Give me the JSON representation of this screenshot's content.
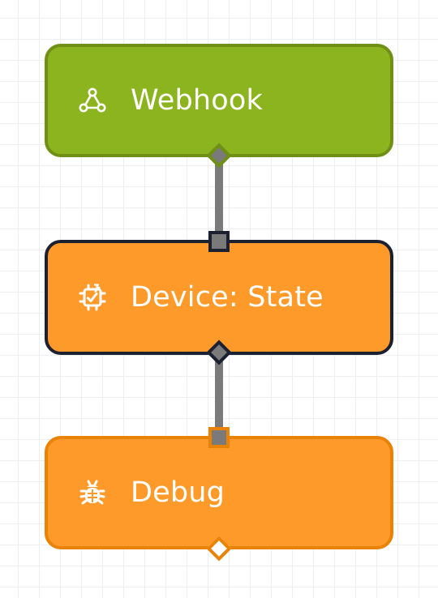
{
  "flow": {
    "nodes": [
      {
        "id": "webhook",
        "label": "Webhook",
        "type": "trigger",
        "icon": "webhook-icon",
        "color": "#8cb41e"
      },
      {
        "id": "device-state",
        "label": "Device: State",
        "type": "action",
        "icon": "chip-icon",
        "color": "#fe9a2a",
        "selected": true
      },
      {
        "id": "debug",
        "label": "Debug",
        "type": "action",
        "icon": "bug-icon",
        "color": "#fe9a2a"
      }
    ],
    "connections": [
      {
        "from": "webhook",
        "to": "device-state"
      },
      {
        "from": "device-state",
        "to": "debug"
      }
    ],
    "colors": {
      "trigger": "#8cb41e",
      "action": "#fe9a2a",
      "selected_border": "#1b2130",
      "wire": "#7a7a7a"
    }
  }
}
